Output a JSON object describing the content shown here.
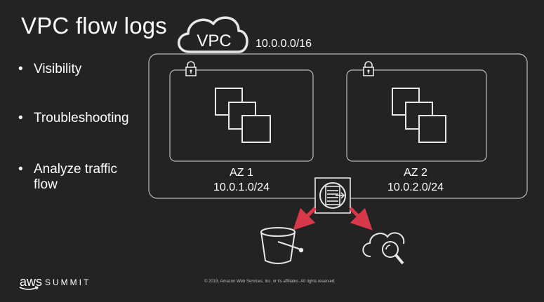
{
  "slide": {
    "title": "VPC flow logs",
    "bullets": [
      "Visibility",
      "Troubleshooting",
      "Analyze traffic flow"
    ],
    "bullet_lines": [
      "Analyze traffic",
      "flow"
    ],
    "bullet_symbol": "•"
  },
  "diagram": {
    "vpc_label": "VPC",
    "vpc_cidr": "10.0.0.0/16",
    "availability_zones": [
      {
        "name": "AZ 1",
        "cidr": "10.0.1.0/24"
      },
      {
        "name": "AZ 2",
        "cidr": "10.0.2.0/24"
      }
    ],
    "icons": [
      "cloud-icon",
      "lock-icon",
      "instances-icon",
      "flow-logs-icon",
      "s3-bucket-icon",
      "cloudwatch-search-icon"
    ],
    "colors": {
      "arrow": "#d7384a",
      "line": "#bcbcbc",
      "background": "#232323"
    }
  },
  "footer": {
    "brand_aws": "aws",
    "brand_event": "SUMMIT",
    "copyright": "© 2019, Amazon Web Services, Inc. or its affiliates. All rights reserved."
  }
}
